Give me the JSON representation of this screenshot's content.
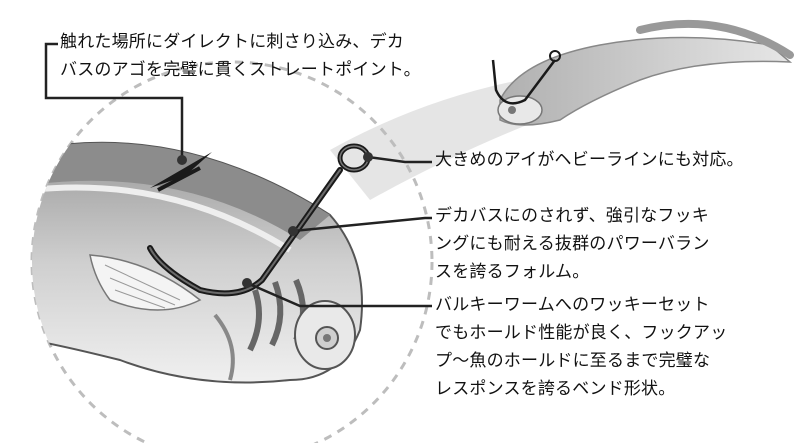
{
  "callouts": {
    "point": {
      "lines": [
        "触れた場所にダイレクトに刺さり込み、デカ",
        "バスのアゴを完璧に貫くストレートポイント。"
      ]
    },
    "eye": {
      "lines": [
        "大きめのアイがヘビーラインにも対応。"
      ]
    },
    "shank": {
      "lines": [
        "デカバスにのされず、強引なフッキ",
        "ングにも耐える抜群のパワーバラン",
        "スを誇るフォルム。"
      ]
    },
    "bend": {
      "lines": [
        "バルキーワームへのワッキーセット",
        "でもホールド性能が良く、フックアッ",
        "プ～魚のホールドに至るまで完璧な",
        "レスポンスを誇るベンド形状。"
      ]
    }
  },
  "colors": {
    "text": "#111111",
    "leader": "#222222",
    "dash_circle": "#bdbdbd",
    "hook": "#1a1a1a",
    "worm_dark": "#8a8a8a",
    "worm_light": "#d9d9d9"
  }
}
